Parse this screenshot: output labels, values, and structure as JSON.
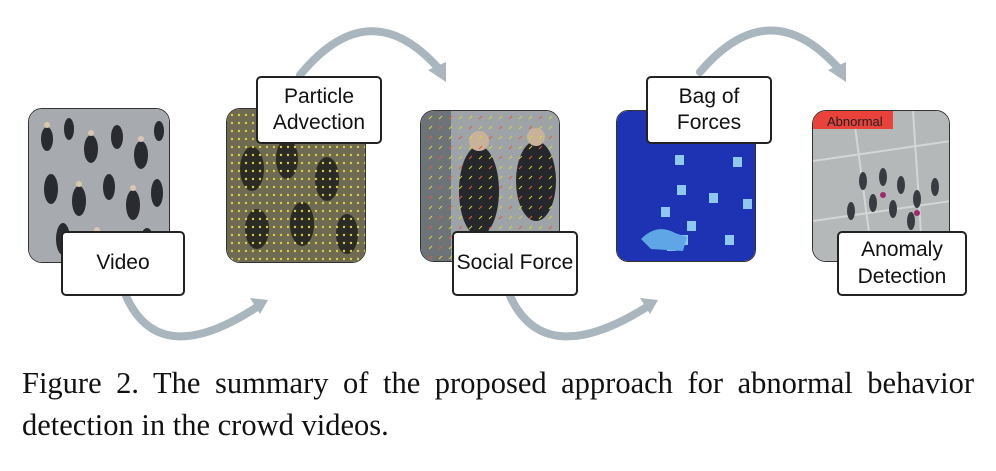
{
  "stages": [
    {
      "id": "video",
      "label": "Video",
      "image": "crowd-video-frame"
    },
    {
      "id": "particle",
      "label": "Particle\nAdvection",
      "image": "particle-grid-frame"
    },
    {
      "id": "social",
      "label": "Social Force",
      "image": "social-force-frame"
    },
    {
      "id": "bag",
      "label": "Bag of\nForces",
      "image": "bag-of-forces-map"
    },
    {
      "id": "anomaly",
      "label": "Anomaly\nDetection",
      "image": "anomaly-result-frame",
      "overlay_text": "Abnormal"
    }
  ],
  "colors": {
    "arrow": "#a9b6bd",
    "bag_background": "#1e32b4",
    "bag_squares": "#8ec8ee",
    "abnormal_banner": "#e8423a",
    "particle_dots": "#d7d23a"
  },
  "caption": "Figure 2. The summary of the proposed approach for abnormal behavior detection in the crowd videos."
}
